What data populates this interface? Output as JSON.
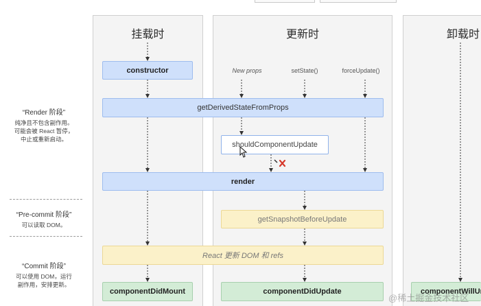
{
  "columns": {
    "mount": "挂载时",
    "update": "更新时",
    "unmount": "卸载时"
  },
  "phases": {
    "render": {
      "title": "“Render 阶段”",
      "desc": [
        "纯净且不包含副作用。",
        "可能会被 React 暂停，",
        "中止或重新启动。"
      ]
    },
    "precommit": {
      "title": "“Pre-commit 阶段”",
      "desc": [
        "可以读取 DOM。"
      ]
    },
    "commit": {
      "title": "“Commit 阶段”",
      "desc": [
        "可以使用 DOM，运行",
        "副作用，安排更新。"
      ]
    }
  },
  "triggers": {
    "new_props": "New props",
    "set_state": "setState()",
    "force_update": "forceUpdate()"
  },
  "methods": {
    "constructor": "constructor",
    "get_derived": "getDerivedStateFromProps",
    "should_update": "shouldComponentUpdate",
    "render": "render",
    "get_snapshot": "getSnapshotBeforeUpdate",
    "react_update": "React 更新 DOM 和 refs",
    "did_mount": "componentDidMount",
    "did_update": "componentDidUpdate",
    "will_unmount": "componentWillUnmount"
  },
  "watermark": "@稀土掘金技术社区",
  "colors": {
    "blue": "#cfe0fb",
    "yellow": "#fbf1c9",
    "green": "#d3ecd6",
    "column": "#f4f4f4",
    "cross": "#d63a2c"
  }
}
